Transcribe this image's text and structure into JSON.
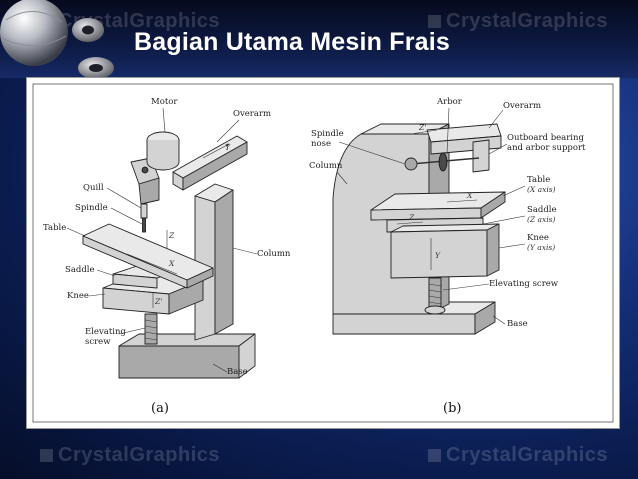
{
  "slide": {
    "title": "Bagian Utama Mesin Frais",
    "watermark": "CrystalGraphics"
  },
  "figure_a": {
    "caption": "(a)",
    "labels": {
      "motor": "Motor",
      "overarm": "Overarm",
      "quill": "Quill",
      "spindle": "Spindle",
      "table": "Table",
      "column": "Column",
      "saddle": "Saddle",
      "knee": "Knee",
      "elevating_screw_1": "Elevating",
      "elevating_screw_2": "screw",
      "base": "Base"
    },
    "axes": {
      "y": "Y",
      "x": "X",
      "z": "Z",
      "z_prime": "Z'"
    }
  },
  "figure_b": {
    "caption": "(b)",
    "labels": {
      "arbor": "Arbor",
      "overarm": "Overarm",
      "spindle_nose_1": "Spindle",
      "spindle_nose_2": "nose",
      "outboard_1": "Outboard bearing",
      "outboard_2": "and arbor support",
      "column": "Column",
      "table_1": "Table",
      "table_2": "(X axis)",
      "saddle_1": "Saddle",
      "saddle_2": "(Z axis)",
      "knee_1": "Knee",
      "knee_2": "(Y axis)",
      "elevating_screw": "Elevating screw",
      "base": "Base"
    },
    "axes": {
      "z_prime": "Z'",
      "x": "X",
      "z": "Z",
      "y": "Y"
    }
  }
}
